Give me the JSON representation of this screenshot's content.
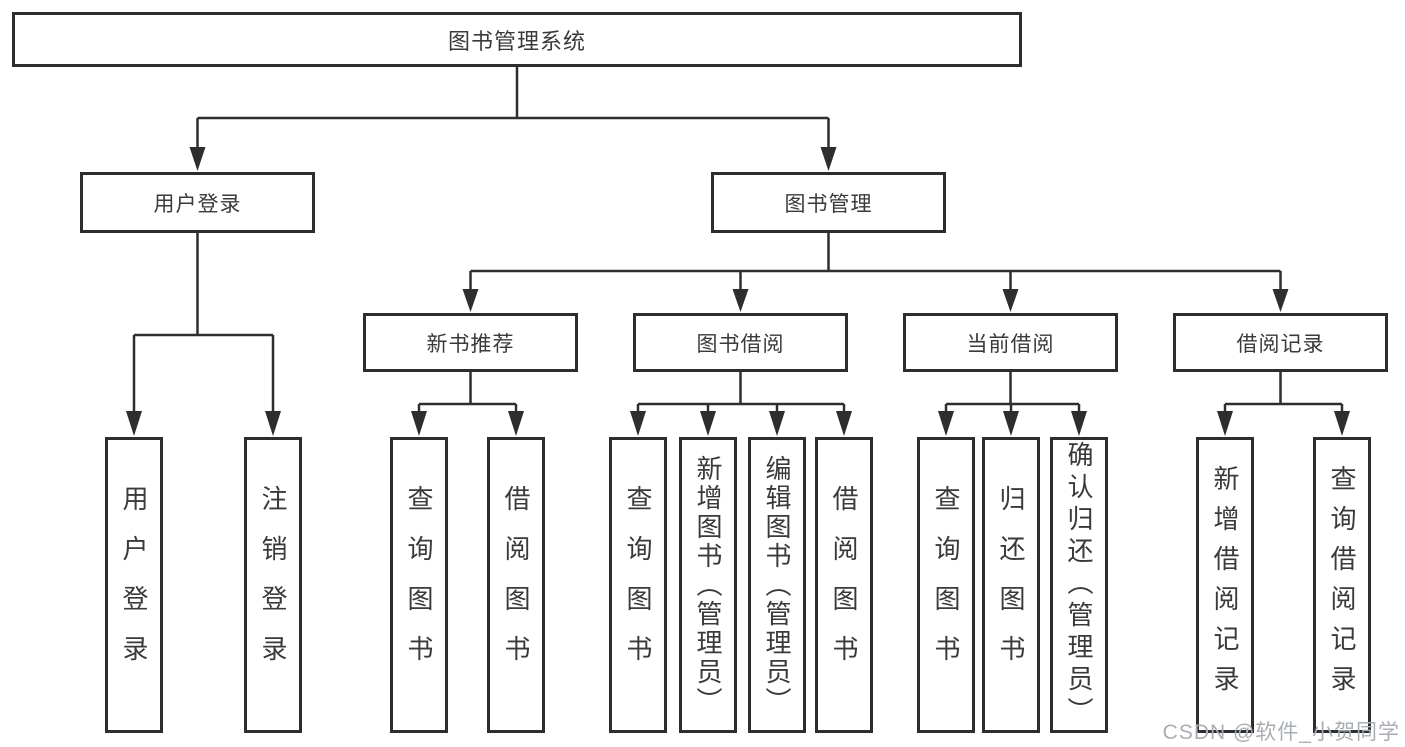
{
  "tree": {
    "root": {
      "label": "图书管理系统"
    },
    "level2": [
      {
        "label": "用户登录"
      },
      {
        "label": "图书管理"
      }
    ],
    "level3": [
      {
        "label": "新书推荐"
      },
      {
        "label": "图书借阅"
      },
      {
        "label": "当前借阅"
      },
      {
        "label": "借阅记录"
      }
    ],
    "leaves": {
      "user_login": [
        {
          "label": "用户登录"
        },
        {
          "label": "注销登录"
        }
      ],
      "new_book_recommend": [
        {
          "label": "查询图书"
        },
        {
          "label": "借阅图书"
        }
      ],
      "book_borrow": [
        {
          "label": "查询图书"
        },
        {
          "label": "新增图书（管理员）"
        },
        {
          "label": "编辑图书（管理员）"
        },
        {
          "label": "借阅图书"
        }
      ],
      "current_borrow": [
        {
          "label": "查询图书"
        },
        {
          "label": "归还图书"
        },
        {
          "label": "确认归还（管理员）"
        }
      ],
      "borrow_records": [
        {
          "label": "新增借阅记录"
        },
        {
          "label": "查询借阅记录"
        }
      ]
    }
  },
  "watermark": {
    "text": "CSDN @软件_小贺同学"
  },
  "colors": {
    "line": "#2e2e2e",
    "box_border": "#2d2d2d",
    "text": "#3a3a3a",
    "watermark": "#a9aeb4",
    "background": "#ffffff"
  }
}
